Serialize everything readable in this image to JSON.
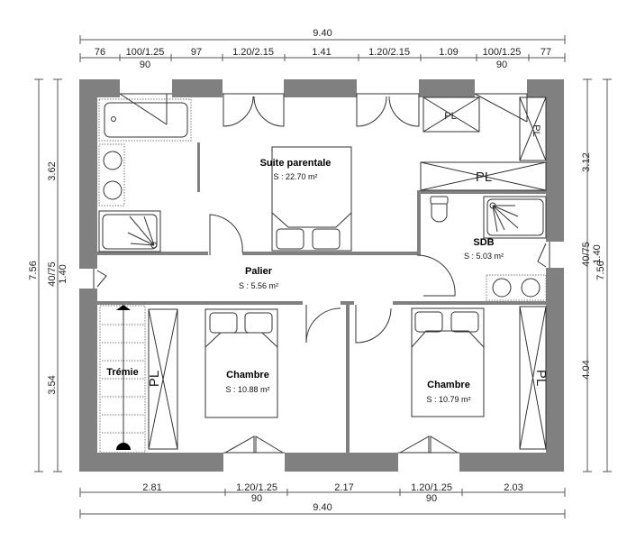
{
  "plan": {
    "rooms": [
      {
        "name": "Suite parentale",
        "area": "S : 22.70 m²"
      },
      {
        "name": "SDB",
        "area": "S : 5.03 m²"
      },
      {
        "name": "Palier",
        "area": "S : 5.56 m²"
      },
      {
        "name": "Trémie"
      },
      {
        "name": "Chambre",
        "area": "S : 10.88 m²"
      },
      {
        "name": "Chambre",
        "area": "S : 10.79 m²"
      }
    ],
    "closet_label": "PL",
    "dimensions": {
      "top_total": "9.40",
      "top": [
        {
          "main": "76"
        },
        {
          "main": "100/1.25",
          "sub": "90"
        },
        {
          "main": "97"
        },
        {
          "main": "1.20/2.15"
        },
        {
          "main": "1.41"
        },
        {
          "main": "1.20/2.15"
        },
        {
          "main": "1.09"
        },
        {
          "main": "100/1.25",
          "sub": "90"
        },
        {
          "main": "77"
        }
      ],
      "bottom_total": "9.40",
      "bottom": [
        {
          "main": "2.81"
        },
        {
          "main": "1.20/1.25",
          "sub": "90"
        },
        {
          "main": "2.17"
        },
        {
          "main": "1.20/1.25",
          "sub": "90"
        },
        {
          "main": "2.03"
        }
      ],
      "left_total": "7.56",
      "left": [
        "3.62",
        "40/75",
        "1.40",
        "3.54"
      ],
      "right_total": "7.56",
      "right": [
        "3.12",
        "40/75",
        "1.40",
        "4.04"
      ]
    }
  }
}
